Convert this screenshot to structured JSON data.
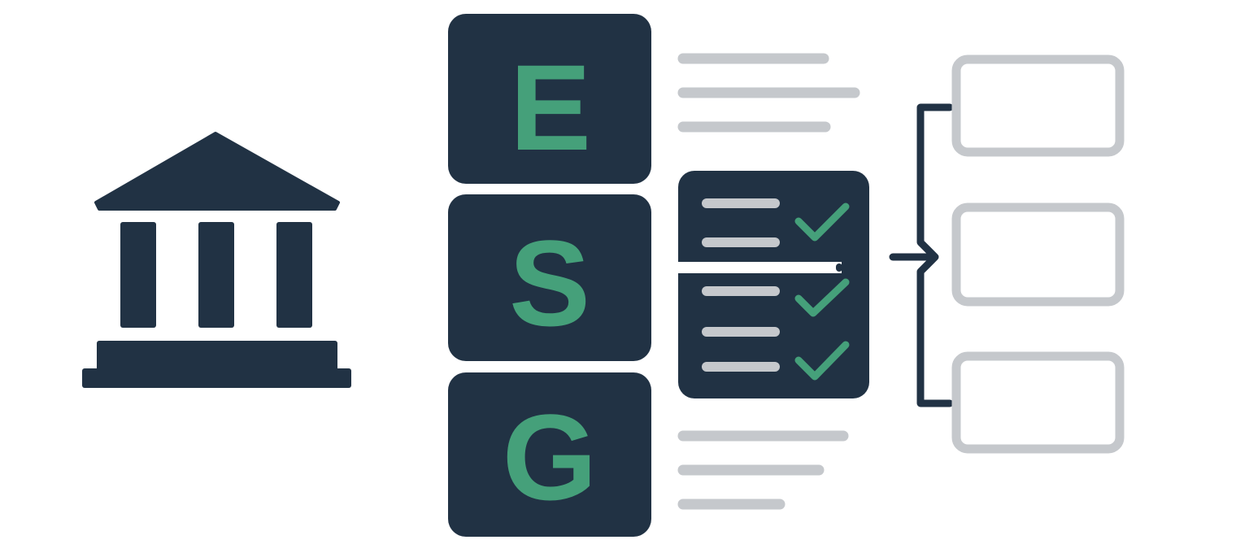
{
  "colors": {
    "navy": "#213244",
    "green": "#45a07a",
    "gray": "#c5c8cc",
    "background": "#ffffff"
  },
  "esg_letters": [
    "E",
    "S",
    "G"
  ],
  "icons": {
    "institution": "bank-building-icon",
    "checklist": "checklist-icon",
    "branch": "bracket-branch-icon"
  },
  "checklist": {
    "checked_items": 3
  },
  "output_boxes": 3
}
